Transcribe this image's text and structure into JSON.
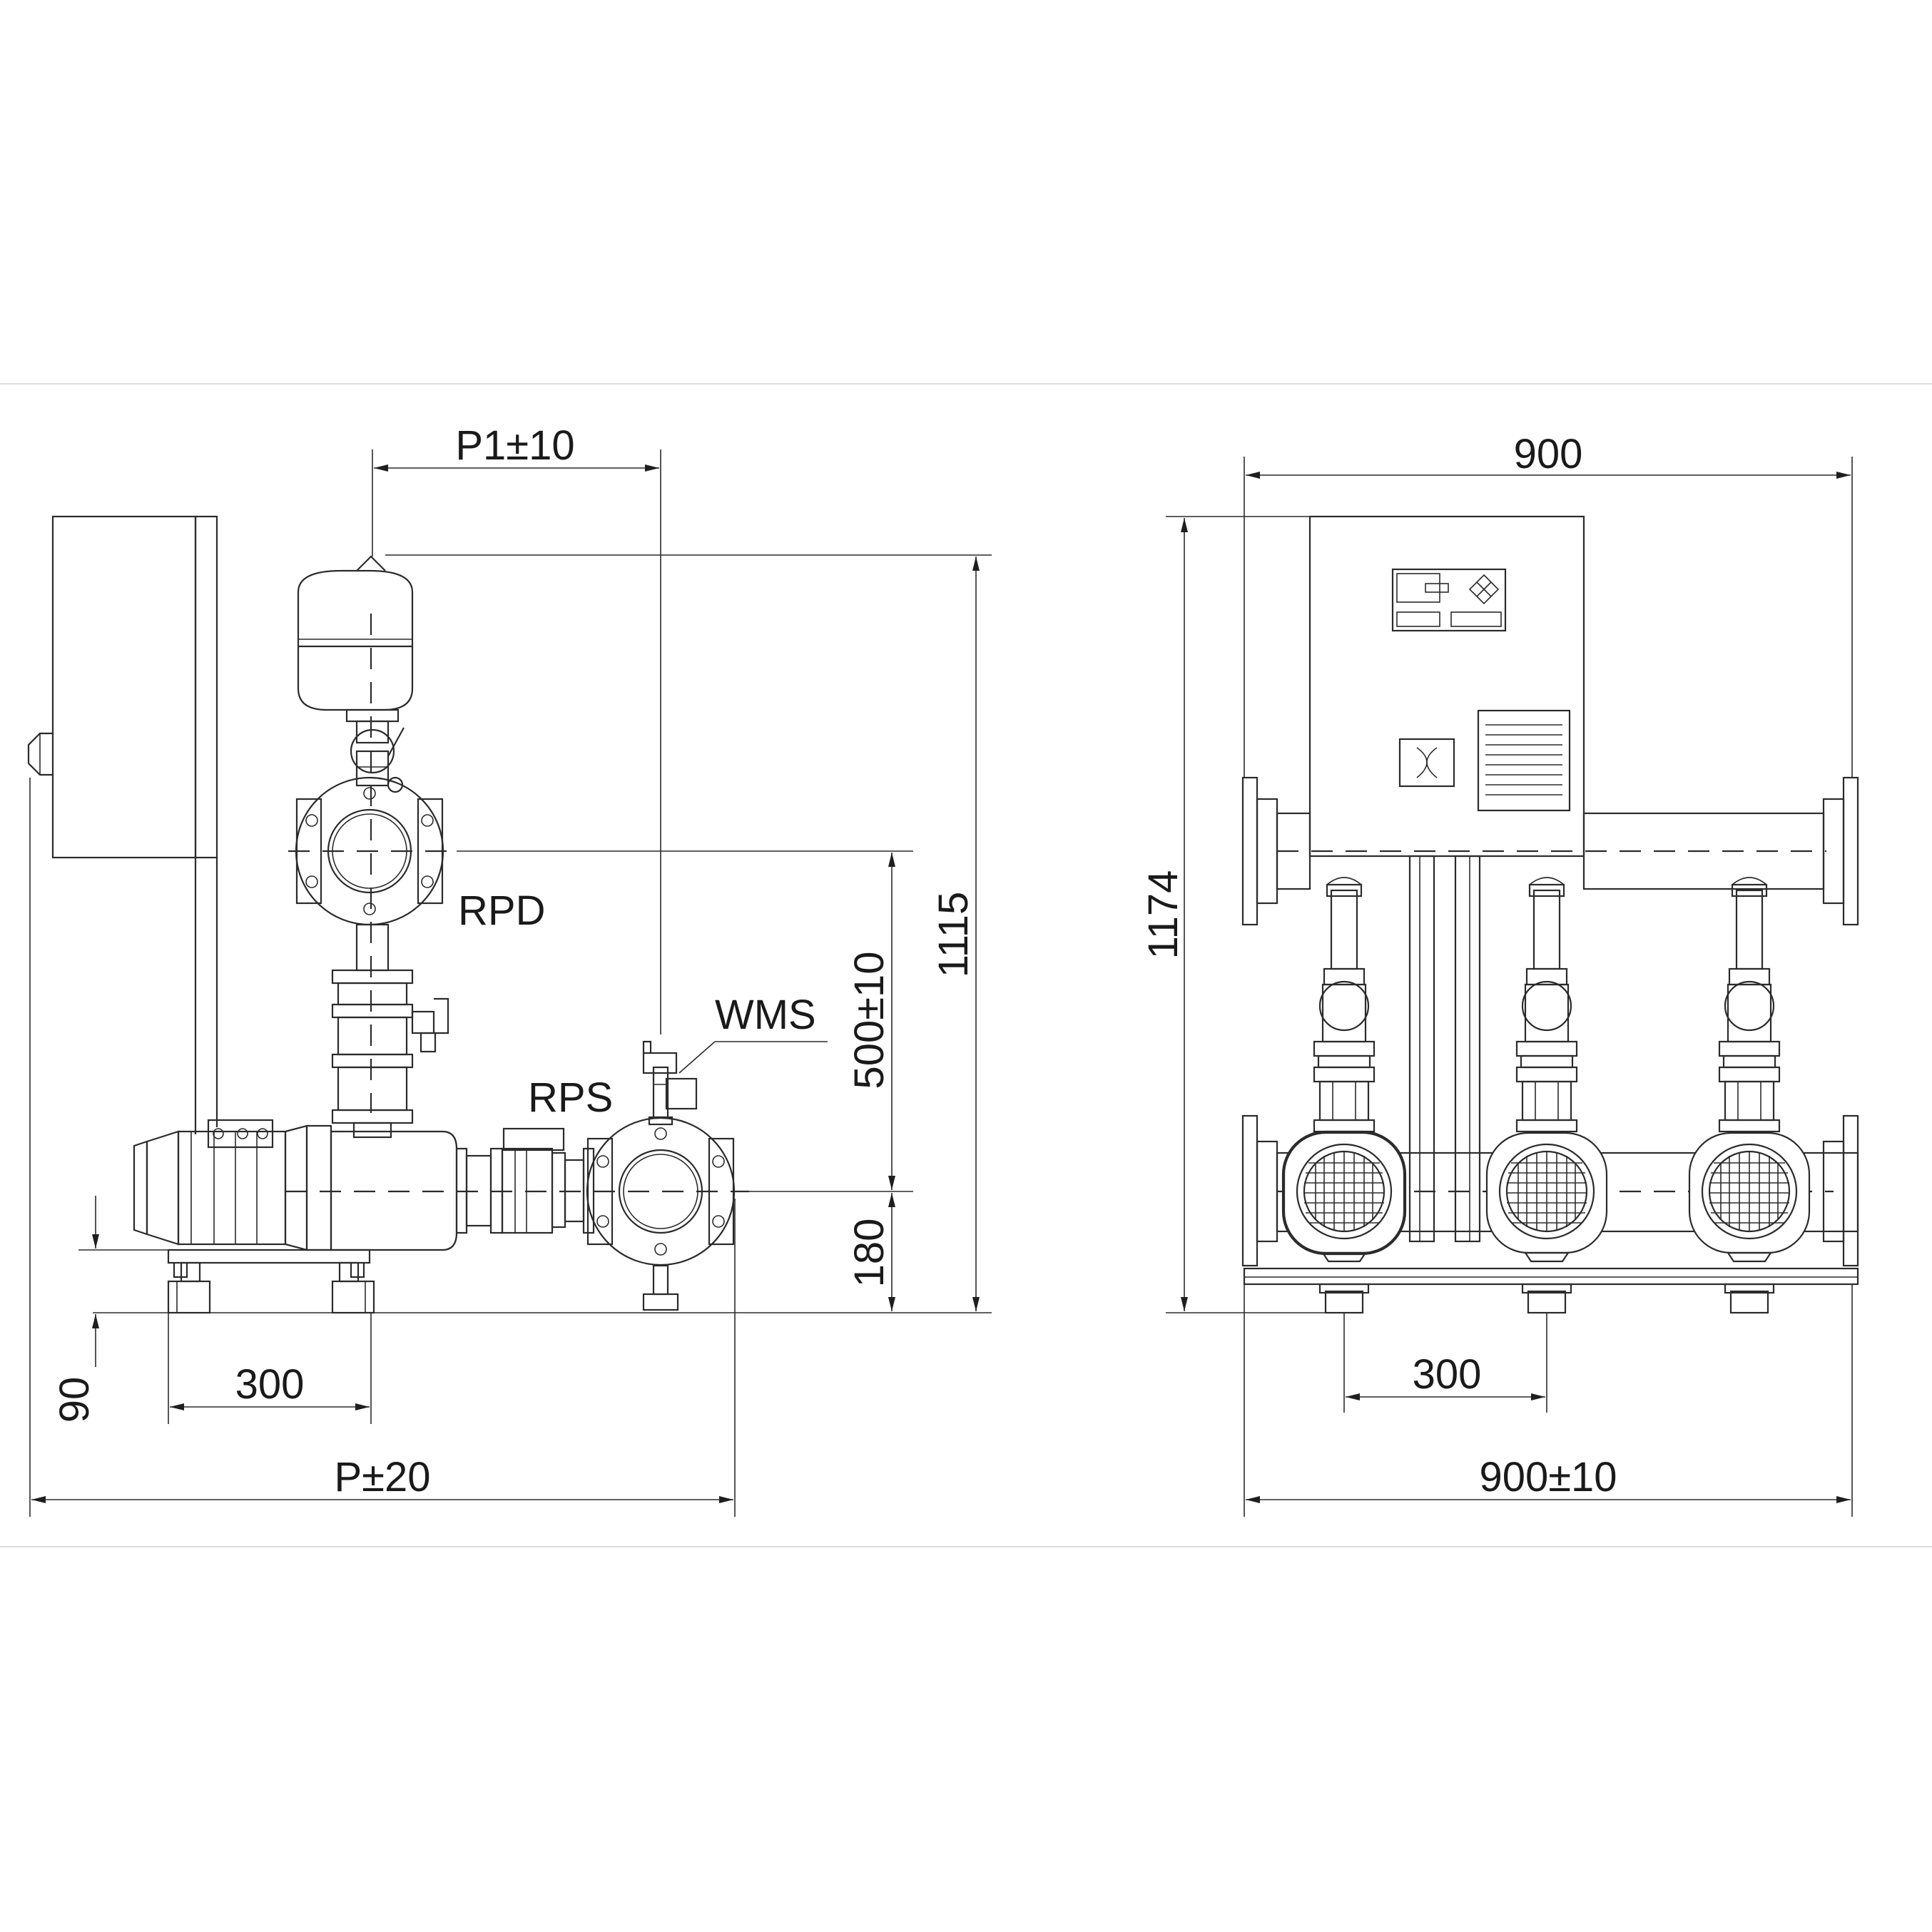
{
  "labels": {
    "p1": "P1±10",
    "rpd": "RPD",
    "wms": "WMS",
    "rps": "RPS",
    "h500": "500±10",
    "h1115": "1115",
    "h180": "180",
    "h90": "90",
    "w300_side": "300",
    "p20": "P±20",
    "w900_top": "900",
    "h1174": "1174",
    "w300_front": "300",
    "w900_bottom": "900±10"
  }
}
